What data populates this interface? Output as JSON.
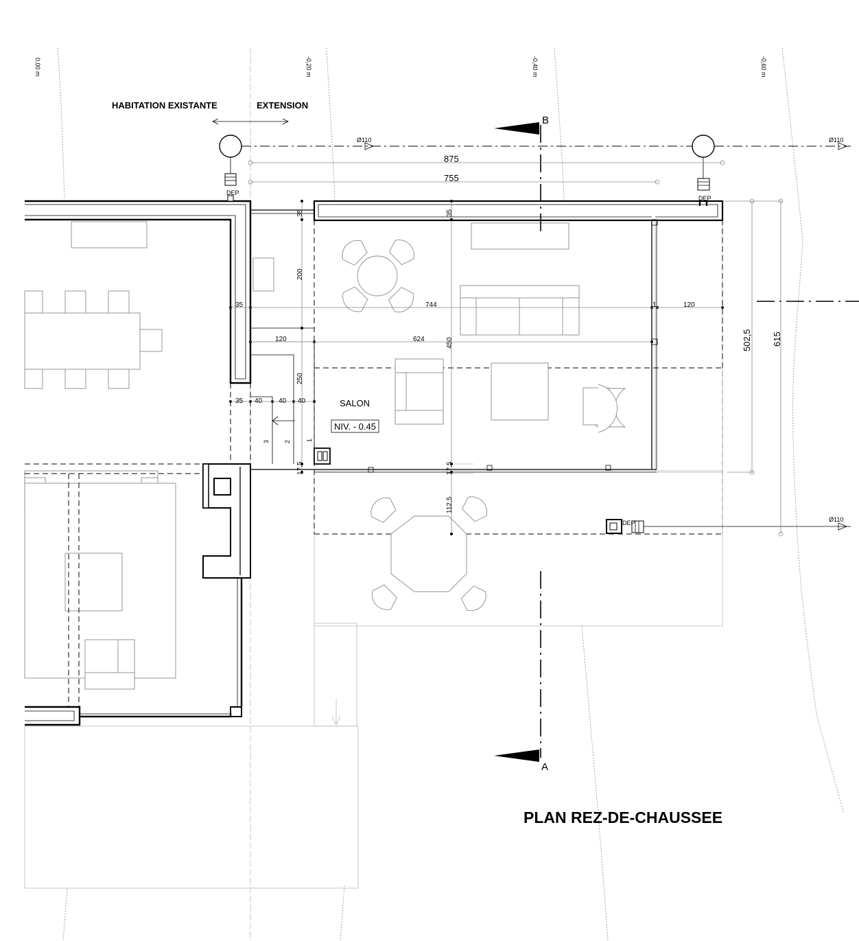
{
  "plan": {
    "title": "PLAN REZ-DE-CHAUSSEE",
    "zones": {
      "existing": "HABITATION EXISTANTE",
      "extension": "EXTENSION"
    },
    "contour_levels": [
      "0,00 m",
      "-0,20 m",
      "-0,40 m",
      "-0,60 m"
    ],
    "sections": {
      "top": "B",
      "bottom": "A"
    },
    "room": {
      "name": "SALON",
      "level": "NIV. - 0.45"
    },
    "pipes": {
      "diameter": "Ø110",
      "drain_label": "DEP"
    },
    "dimensions": {
      "overall_width": "875",
      "interior_width": "755",
      "height_inner": "502,5",
      "height_outer": "615",
      "wall": "35",
      "room_width": "744",
      "room_width_2": "624",
      "terrace_side": "120",
      "stair_width": "120",
      "depth_1": "200",
      "depth_2": "250",
      "depth_3": "450",
      "stair_cols": "40",
      "wall_side": "1",
      "bay": "17,5",
      "terrace_depth": "112,5",
      "steps": [
        "3",
        "2",
        "1"
      ]
    }
  }
}
